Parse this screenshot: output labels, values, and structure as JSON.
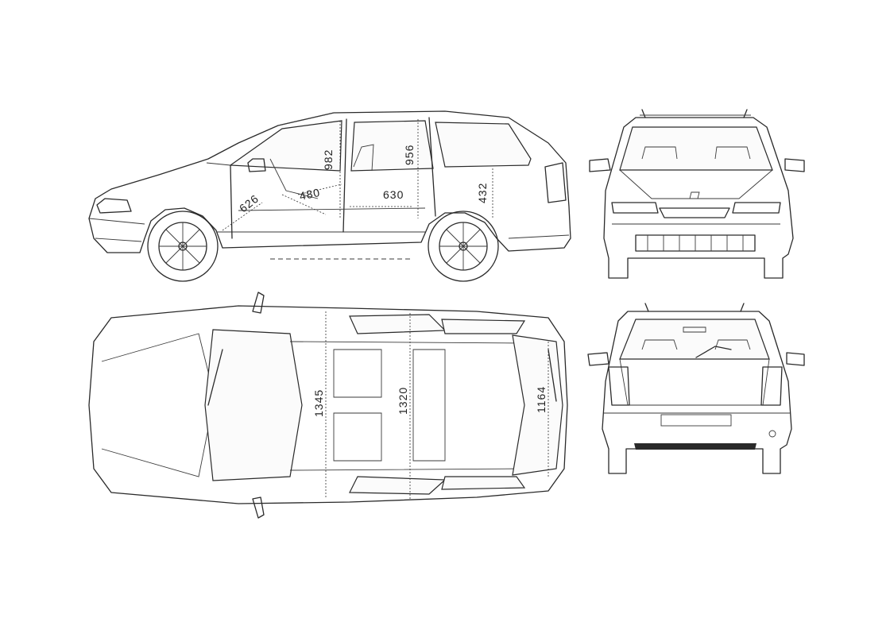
{
  "drawing": {
    "views": [
      "side",
      "front",
      "top",
      "rear"
    ],
    "dimensions": {
      "side": [
        {
          "id": "front-headroom",
          "value": "982"
        },
        {
          "id": "rear-headroom",
          "value": "956"
        },
        {
          "id": "front-seat-height",
          "value": "626"
        },
        {
          "id": "front-legroom",
          "value": "480"
        },
        {
          "id": "rear-legroom",
          "value": "630"
        },
        {
          "id": "load-height",
          "value": "432"
        }
      ],
      "top": [
        {
          "id": "front-shoulder-width",
          "value": "1345"
        },
        {
          "id": "rear-shoulder-width",
          "value": "1320"
        },
        {
          "id": "boot-width",
          "value": "1164"
        }
      ]
    },
    "colors": {
      "line": "#2a2a2a",
      "background": "#ffffff"
    }
  }
}
